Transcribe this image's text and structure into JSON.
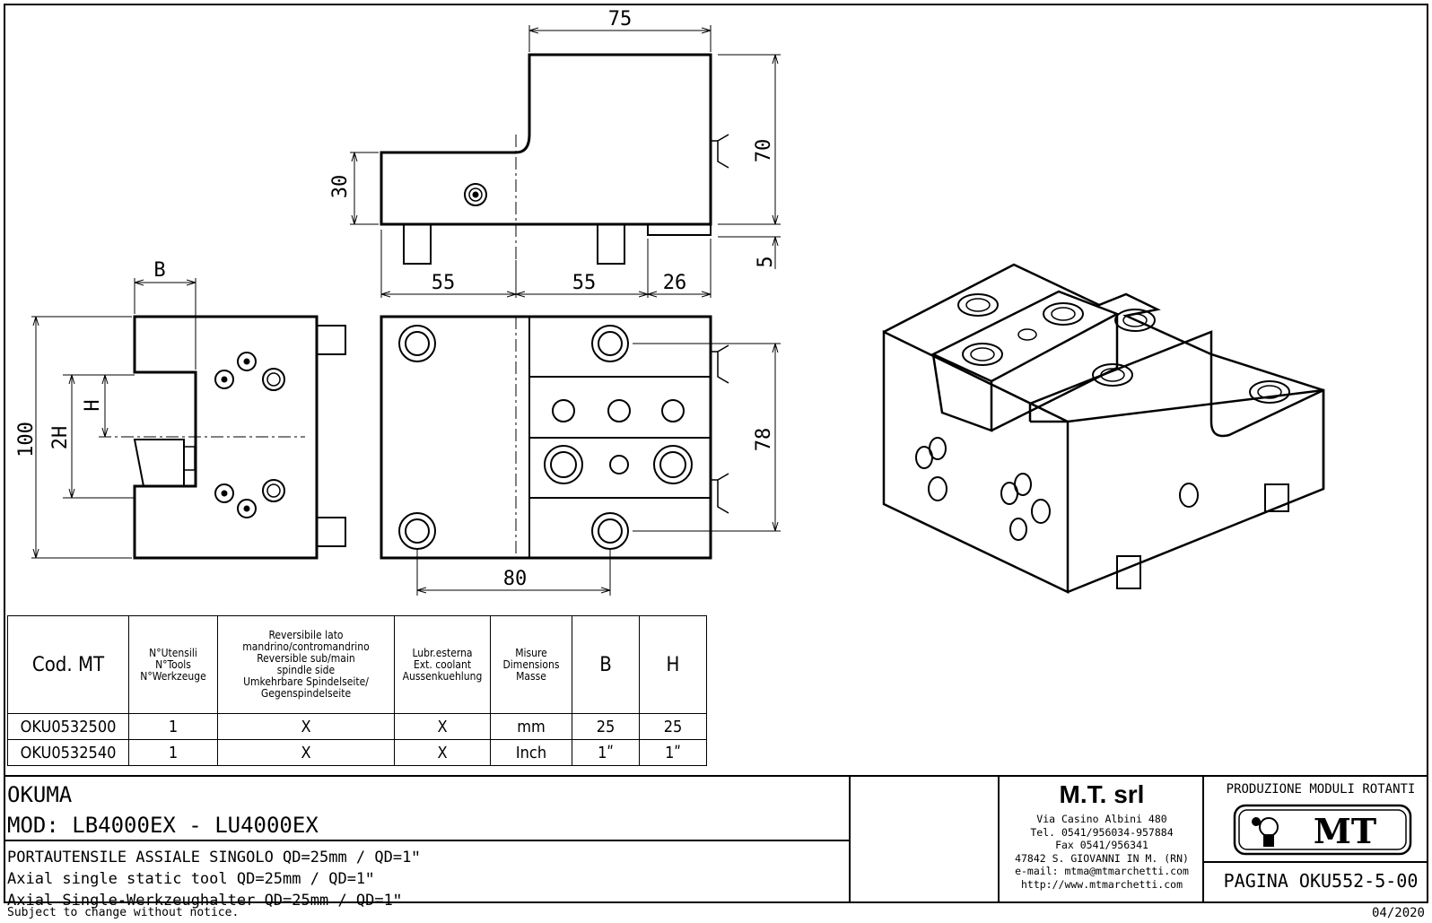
{
  "dimensions": {
    "top_width": "75",
    "top_height": "70",
    "step_height": "30",
    "pin_length": "5",
    "bottom_a": "55",
    "bottom_b": "55",
    "bottom_c": "26",
    "side_B": "B",
    "side_H": "H",
    "side_2H": "2H",
    "side_100": "100",
    "front_78": "78",
    "front_80": "80"
  },
  "table": {
    "headers": {
      "code": "Cod. MT",
      "tools": [
        "N°Utensili",
        "N°Tools",
        "N°Werkzeuge"
      ],
      "reversible": [
        "Reversibile lato",
        "mandrino/contromandrino",
        "Reversible sub/main",
        "spindle side",
        "Umkehrbare Spindelseite/",
        "Gegenspindelseite"
      ],
      "coolant": [
        "Lubr.esterna",
        "Ext. coolant",
        "Aussenkuehlung"
      ],
      "measure": [
        "Misure",
        "Dimensions",
        "Masse"
      ],
      "b": "B",
      "h": "H"
    },
    "rows": [
      {
        "code": "OKU0532500",
        "tools": "1",
        "reversible": "X",
        "coolant": "X",
        "measure": "mm",
        "b": "25",
        "h": "25"
      },
      {
        "code": "OKU0532540",
        "tools": "1",
        "reversible": "X",
        "coolant": "X",
        "measure": "Inch",
        "b": "1ʺ",
        "h": "1ʺ"
      }
    ]
  },
  "title_block": {
    "machine": "OKUMA",
    "model": "MOD: LB4000EX - LU4000EX",
    "desc_it": "PORTAUTENSILE ASSIALE SINGOLO QD=25mm / QD=1ʺ",
    "desc_en": "Axial single static tool QD=25mm / QD=1ʺ",
    "desc_de": "Axial Single-Werkzeughalter QD=25mm / QD=1ʺ",
    "company": "M.T. srl",
    "address": [
      "Via Casino Albini 480",
      "Tel. 0541/956034-957884",
      "Fax 0541/956341",
      "47842 S. GIOVANNI IN M. (RN)",
      "e-mail: mtma@mtmarchetti.com",
      "http://www.mtmarchetti.com"
    ],
    "production": "PRODUZIONE MODULI ROTANTI",
    "logo_text": "MT",
    "page": "PAGINA OKU552-5-00"
  },
  "footer": {
    "notice": "Subject to change without notice.",
    "date": "04/2020"
  }
}
